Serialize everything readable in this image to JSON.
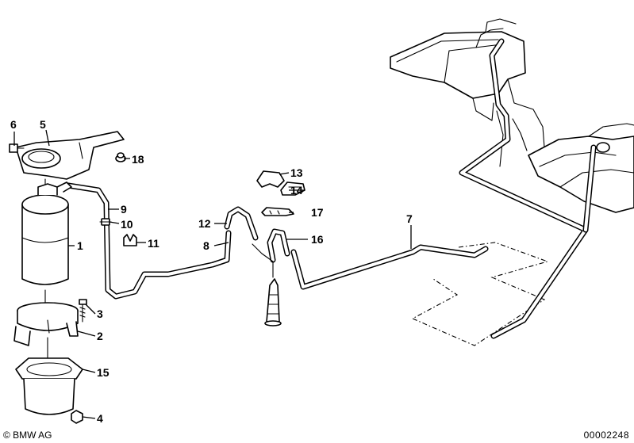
{
  "callouts": {
    "c1": "1",
    "c2": "2",
    "c3": "3",
    "c4": "4",
    "c5": "5",
    "c6": "6",
    "c7": "7",
    "c8": "8",
    "c9": "9",
    "c10": "10",
    "c11": "11",
    "c12": "12",
    "c13": "13",
    "c14": "14",
    "c15": "15",
    "c16": "16",
    "c17": "17",
    "c18": "18"
  },
  "footer": {
    "copyright": "© BMW AG",
    "reference": "00002248"
  }
}
